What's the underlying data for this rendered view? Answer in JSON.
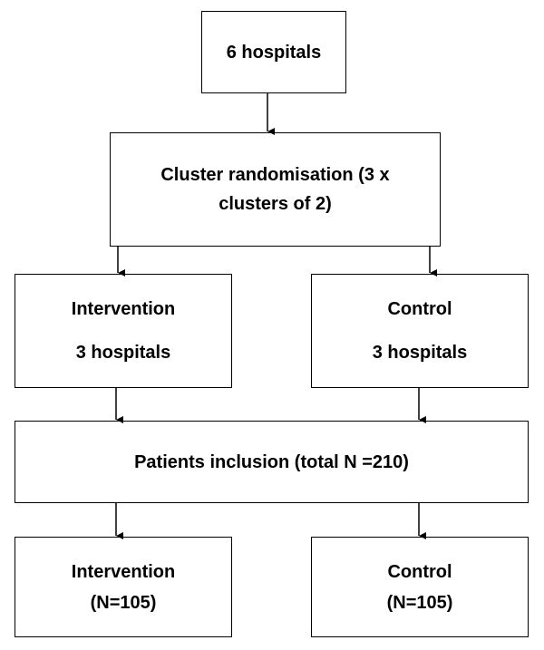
{
  "flowchart": {
    "top": {
      "text": "6 hospitals"
    },
    "randomisation": {
      "line1": "Cluster randomisation (3 x",
      "line2": "clusters of 2)"
    },
    "intervention_arm": {
      "title": "Intervention",
      "count": "3 hospitals"
    },
    "control_arm": {
      "title": "Control",
      "count": "3 hospitals"
    },
    "inclusion": {
      "text": "Patients inclusion (total N =210)"
    },
    "intervention_result": {
      "title": "Intervention",
      "count": "(N=105)"
    },
    "control_result": {
      "title": "Control",
      "count": "(N=105)"
    }
  }
}
